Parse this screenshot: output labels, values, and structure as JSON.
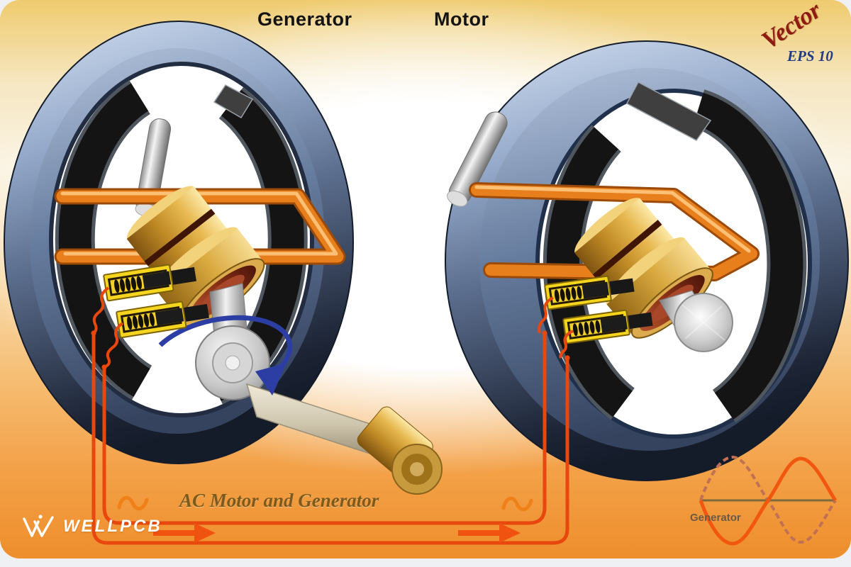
{
  "titles": {
    "left": "Generator",
    "right": "Motor"
  },
  "watermark": {
    "script": "Vector",
    "format": "EPS 10"
  },
  "caption": {
    "text": "AC Motor and Generator"
  },
  "brand": {
    "name": "WELLPCB"
  },
  "waveform_panel": {
    "label": "Generator",
    "type": "line",
    "description": "two sine waves, one period, 180 degrees out of phase",
    "series": [
      {
        "name": "solid-wave",
        "style": "solid",
        "color": "#f2570f",
        "starts": "downward"
      },
      {
        "name": "dashed-wave",
        "style": "dashed",
        "color": "#bf7055",
        "starts": "upward"
      }
    ],
    "axis_color": "#7b6a3a"
  },
  "symbols": {
    "ac_source": "~",
    "current_direction": "right-arrow",
    "rotation": "clockwise-arrow"
  },
  "colors": {
    "background_top": "#efcb6e",
    "background_bottom": "#ee8e2c",
    "stator_blue_light": "#cfdcef",
    "stator_blue_dark": "#232c40",
    "pole_black": "#141414",
    "coil_copper": "#e87f1d",
    "slip_ring_gold": "#d9a83e",
    "commutator_maroon": "#8c3417",
    "wire_red": "#e8470e",
    "brush_yellow": "#f6d51f",
    "rotation_arrow_blue": "#2c3ea3",
    "title_text": "#141414",
    "caption_text": "#7c5a1e",
    "watermark_red": "#8f1c12",
    "watermark_blue": "#203a86"
  },
  "components": {
    "generator": [
      "stator-ring",
      "pole-pieces",
      "armature-coil",
      "slip-rings",
      "brushes",
      "shaft",
      "crank-handle",
      "rotation-arrow",
      "lead-wires"
    ],
    "motor": [
      "stator-ring",
      "pole-pieces",
      "armature-coil",
      "slip-rings",
      "brushes",
      "shaft",
      "lead-wires"
    ]
  }
}
